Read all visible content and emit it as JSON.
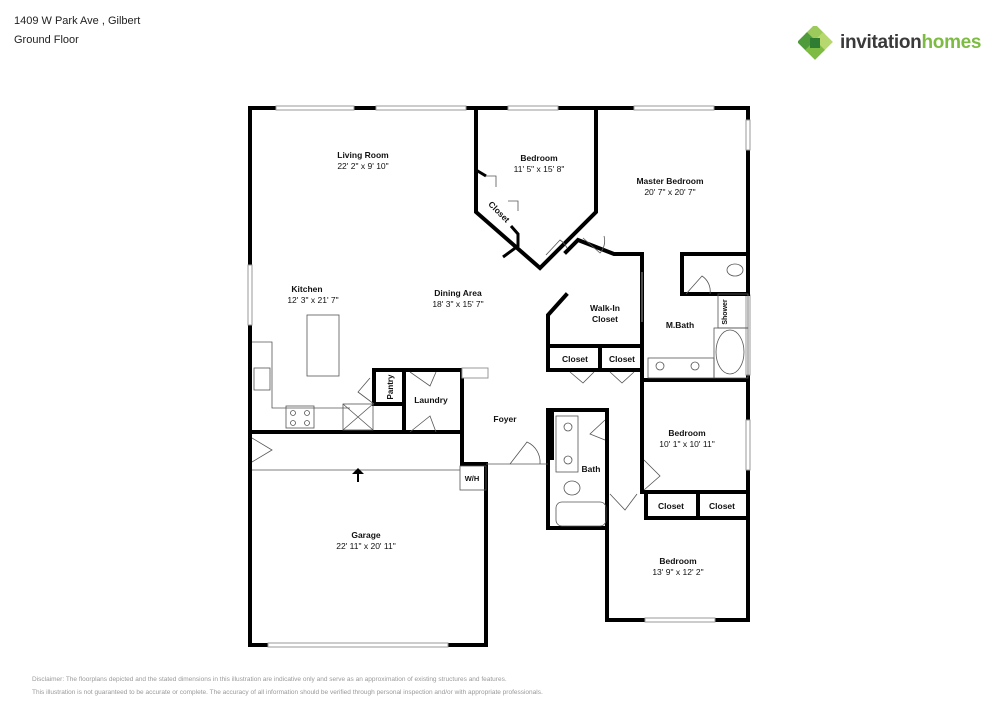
{
  "header": {
    "address": "1409 W Park Ave , Gilbert",
    "floor": "Ground Floor"
  },
  "logo": {
    "icon": "invitation-homes-logo-icon",
    "word1": "invitation",
    "word2": "homes",
    "brand_green": "#7dbb42",
    "brand_dark": "#3a3a3a"
  },
  "rooms": {
    "living_room": {
      "name": "Living Room",
      "dims": "22' 2\" x 9' 10\""
    },
    "bedroom_1": {
      "name": "Bedroom",
      "dims": "11' 5\" x 15' 8\""
    },
    "bedroom_1_closet": {
      "name": "Closet"
    },
    "master_bedroom": {
      "name": "Master Bedroom",
      "dims": "20' 7\" x 20' 7\""
    },
    "kitchen": {
      "name": "Kitchen",
      "dims": "12' 3\" x 21' 7\""
    },
    "dining_area": {
      "name": "Dining Area",
      "dims": "18' 3\" x 15' 7\""
    },
    "walk_in_closet": {
      "name_line1": "Walk-In",
      "name_line2": "Closet"
    },
    "master_bath": {
      "name": "M.Bath"
    },
    "shower": {
      "name": "Shower"
    },
    "closet_a": {
      "name": "Closet"
    },
    "closet_b": {
      "name": "Closet"
    },
    "pantry": {
      "name": "Pantry"
    },
    "laundry": {
      "name": "Laundry"
    },
    "foyer": {
      "name": "Foyer"
    },
    "bath": {
      "name": "Bath"
    },
    "bedroom_2": {
      "name": "Bedroom",
      "dims": "10' 1\" x 10' 11\""
    },
    "closet_c": {
      "name": "Closet"
    },
    "closet_d": {
      "name": "Closet"
    },
    "water_heater": {
      "name": "W/H"
    },
    "garage": {
      "name": "Garage",
      "dims": "22' 11\" x 20' 11\""
    },
    "bedroom_3": {
      "name": "Bedroom",
      "dims": "13' 9\" x 12' 2\""
    }
  },
  "disclaimer": {
    "line1": "Disclaimer: The floorplans depicted and the stated dimensions in this illustration are indicative only and serve as an approximation of existing structures and features.",
    "line2": "This illustration is not guaranteed to be accurate or complete. The accuracy of all information should be verified through personal inspection and/or with appropriate professionals."
  }
}
